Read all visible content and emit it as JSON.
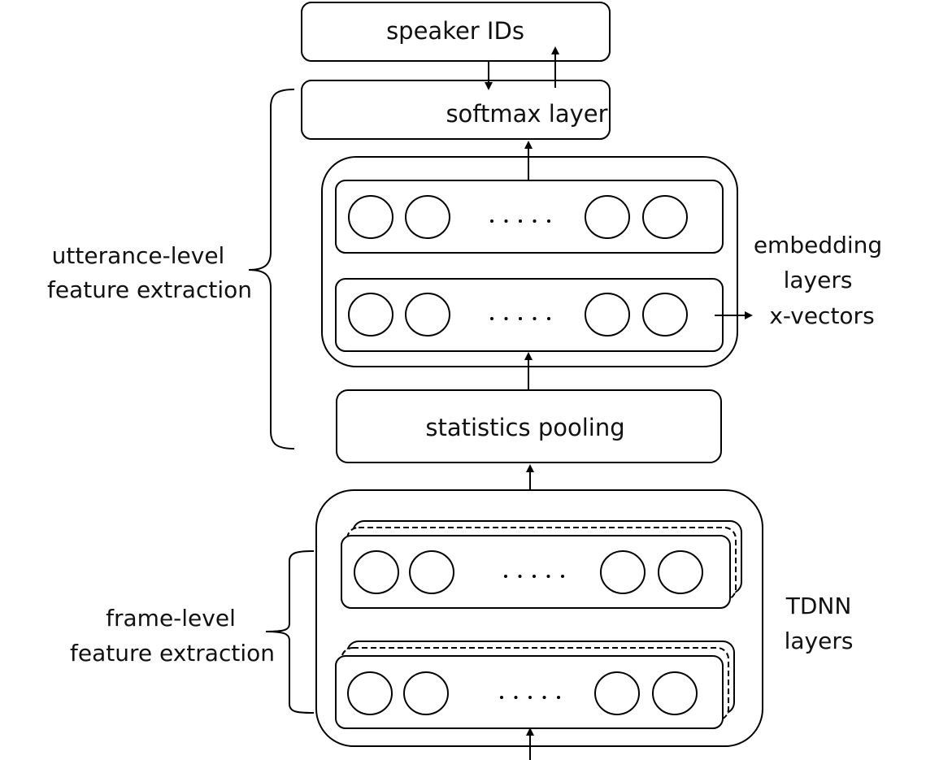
{
  "diagram": {
    "title": "x-vector speaker embedding network",
    "nodes": {
      "speaker_ids": "speaker IDs",
      "softmax": "softmax layer",
      "statistics_pooling": "statistics pooling"
    },
    "groups": {
      "embedding_label": [
        "embedding",
        "layers"
      ],
      "xvectors_label": "x-vectors",
      "tdnn_label": [
        "TDNN",
        "layers"
      ]
    },
    "braces": {
      "utterance": [
        "utterance-level",
        "feature extraction"
      ],
      "frame": [
        "frame-level",
        "feature extraction"
      ]
    },
    "ellipsis": ". . . . .",
    "neurons_per_layer_shown": 4,
    "colors": {
      "stroke": "#000000",
      "background": "#ffffff",
      "text": "#111111"
    }
  }
}
